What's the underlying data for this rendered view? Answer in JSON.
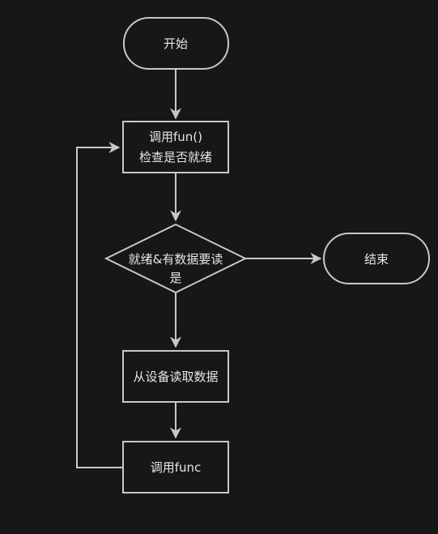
{
  "nodes": {
    "start": {
      "text": "开始"
    },
    "call_fun": {
      "line1": "调用fun()",
      "line2": "检查是否就绪"
    },
    "decision": {
      "text": "就绪&有数据要读"
    },
    "end": {
      "text": "结束"
    },
    "read": {
      "text": "从设备读取数据"
    },
    "call_func": {
      "text": "调用func"
    }
  },
  "edges": {
    "yes_label": "是"
  },
  "colors": {
    "background": "#171717",
    "stroke": "#c8c8c8",
    "text": "#e6e6e6"
  }
}
